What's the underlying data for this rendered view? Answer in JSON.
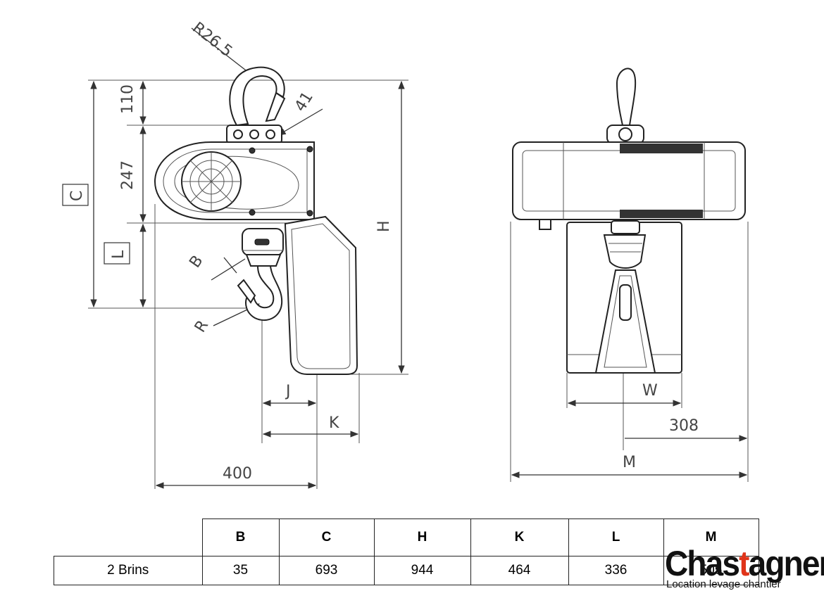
{
  "drawing": {
    "side_view": {
      "labels": {
        "r26": "R26.5",
        "d110": "110",
        "d41": "41",
        "d247": "247",
        "c": "C",
        "l": "L",
        "h": "H",
        "b": "B",
        "r": "R",
        "j": "J",
        "k": "K",
        "d400": "400"
      }
    },
    "front_view": {
      "labels": {
        "w": "W",
        "d308": "308",
        "m": "M"
      }
    }
  },
  "table": {
    "headers": [
      "B",
      "C",
      "H",
      "K",
      "L",
      "M"
    ],
    "rows": [
      {
        "label": "2 Brins",
        "values": [
          "35",
          "693",
          "944",
          "464",
          "336",
          "505"
        ]
      }
    ]
  },
  "logo": {
    "name_part1": "Chas",
    "name_accent": "t",
    "name_part2": "agner",
    "tagline": "Location levage chantier"
  }
}
